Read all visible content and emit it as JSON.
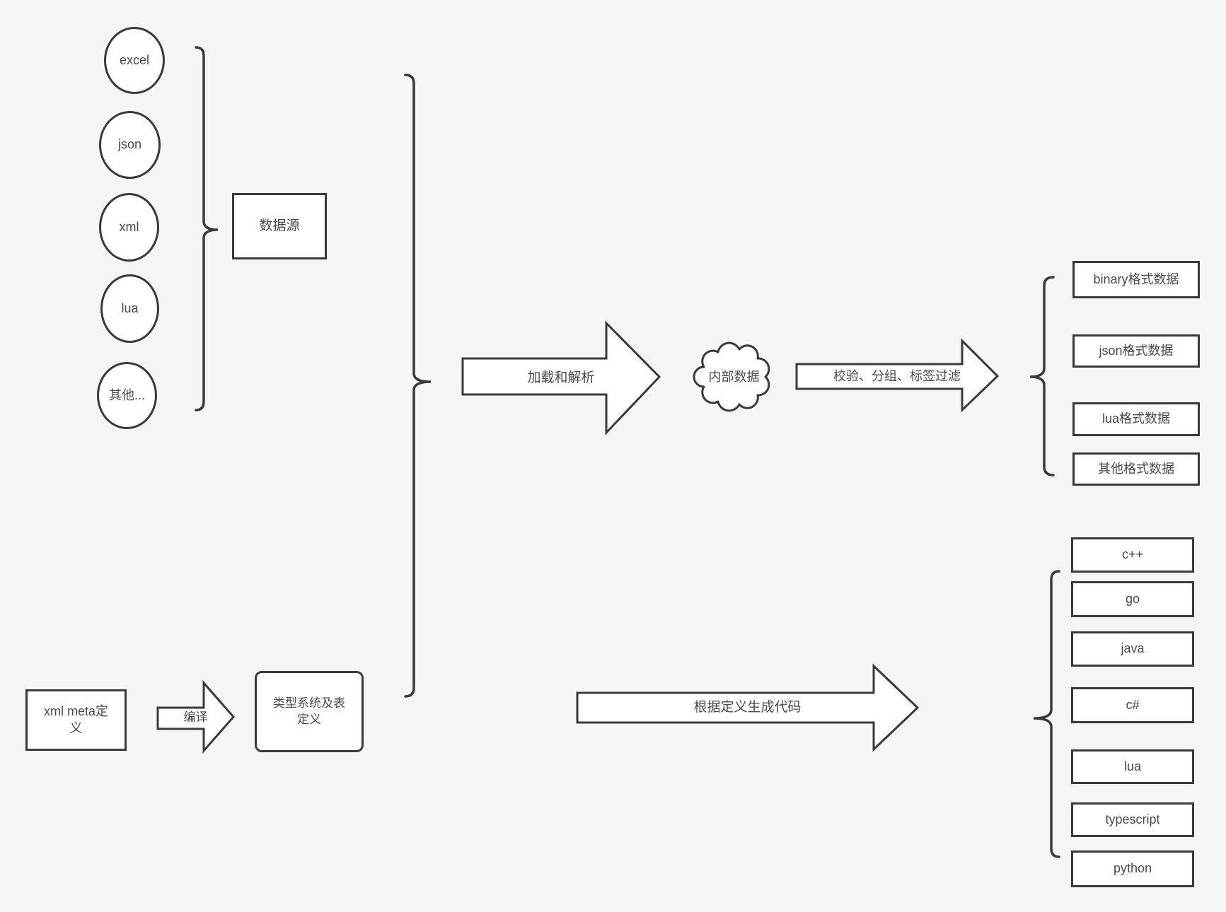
{
  "colors": {
    "background": "#f5f5f5",
    "shape_stroke": "#3a3a3a",
    "shape_fill": "#ffffff",
    "text": "#4a4a4a"
  },
  "sources": {
    "group_label": "数据源",
    "items": [
      "excel",
      "json",
      "xml",
      "lua",
      "其他..."
    ]
  },
  "pipeline": {
    "load_arrow_label": "加载和解析",
    "internal_data_label": "内部数据",
    "filter_arrow_label": "校验、分组、标签过滤"
  },
  "definitions": {
    "meta_label": "xml meta定义",
    "compile_arrow_label": "编译",
    "typesystem_label": "类型系统及表定义",
    "generate_arrow_label": "根据定义生成代码"
  },
  "outputs": {
    "formats": [
      "binary格式数据",
      "json格式数据",
      "lua格式数据",
      "其他格式数据"
    ],
    "languages": [
      "c++",
      "go",
      "java",
      "c#",
      "lua",
      "typescript",
      "python"
    ]
  }
}
